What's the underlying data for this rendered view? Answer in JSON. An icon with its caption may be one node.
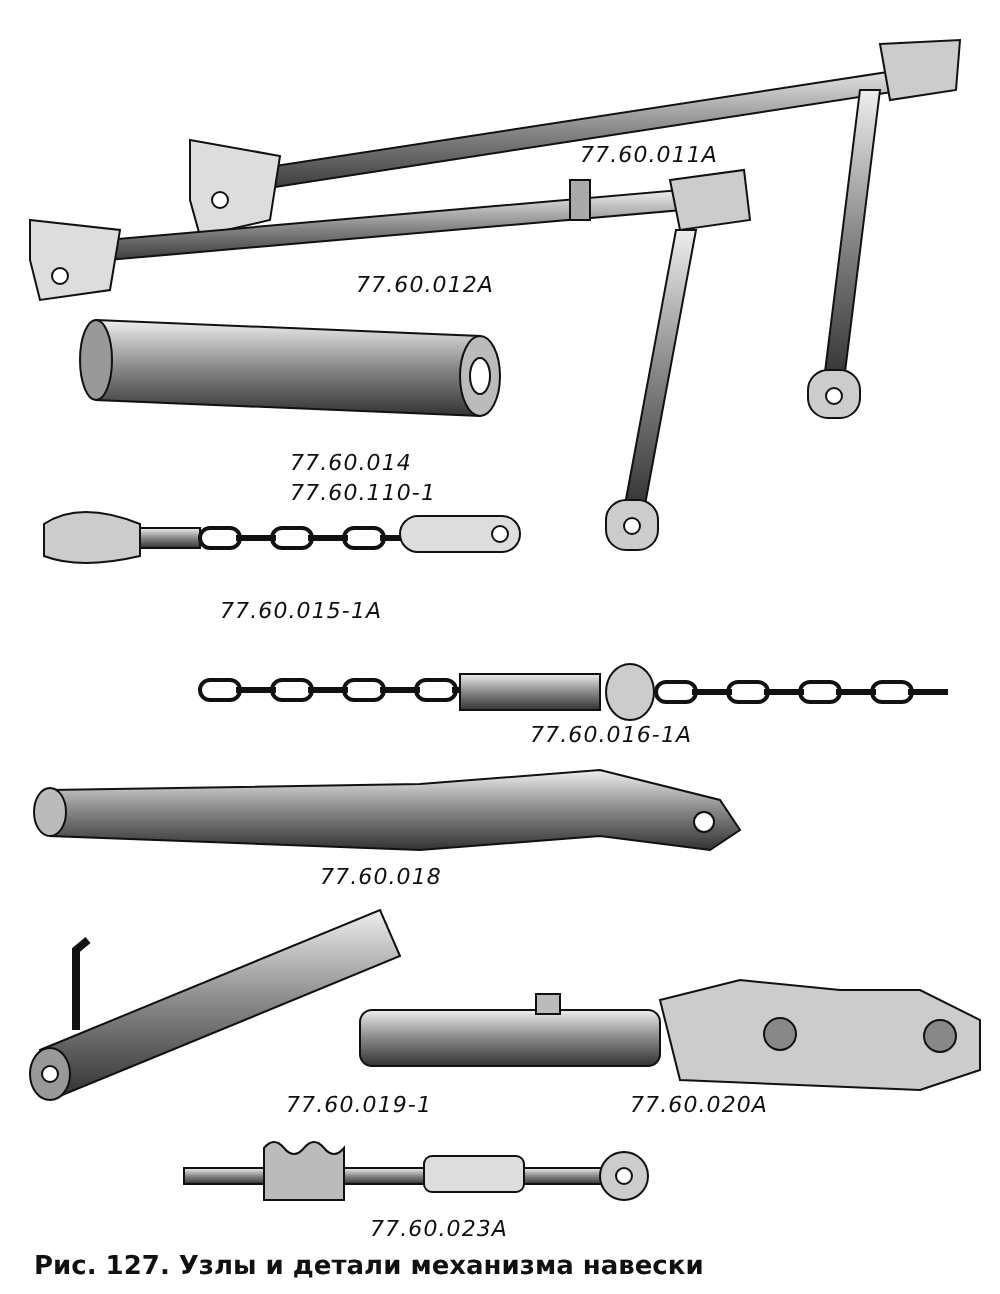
{
  "diagram": {
    "caption": "Рис. 127. Узлы и детали механизма навески",
    "labels": [
      "77.60.011А",
      "77.60.012А",
      "77.60.014",
      "77.60.110-1",
      "77.60.015-1А",
      "77.60.016-1А",
      "77.60.018",
      "77.60.019-1",
      "77.60.020А",
      "77.60.023А"
    ]
  }
}
